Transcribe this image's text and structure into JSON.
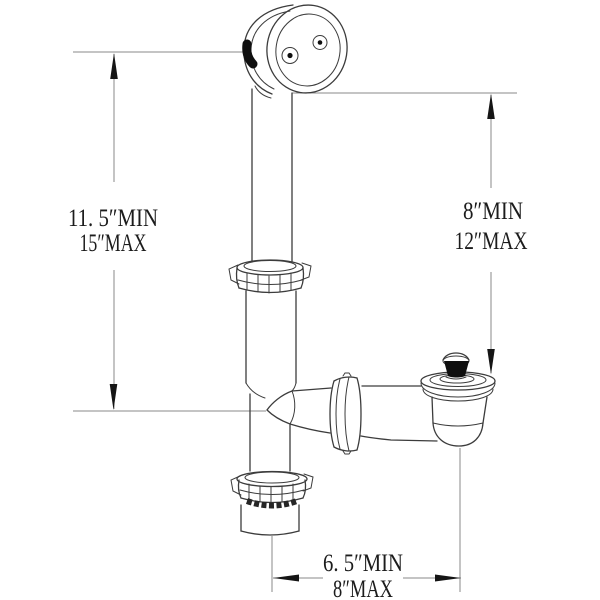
{
  "page": {
    "background": "#ffffff"
  },
  "diagram": {
    "dimensions": {
      "left_vertical": {
        "min": "11. 5″MIN",
        "max": "15″MAX"
      },
      "right_vertical": {
        "min": "8″MIN",
        "max": "12″MAX"
      },
      "bottom_horizontal": {
        "min": "6. 5″MIN",
        "max": "8″MAX"
      }
    },
    "colors": {
      "object_line": "#3c3c3c",
      "dimension_line": "#8a8a8a",
      "arrow": "#151515",
      "text": "#1c1c1c",
      "background": "#ffffff"
    }
  }
}
